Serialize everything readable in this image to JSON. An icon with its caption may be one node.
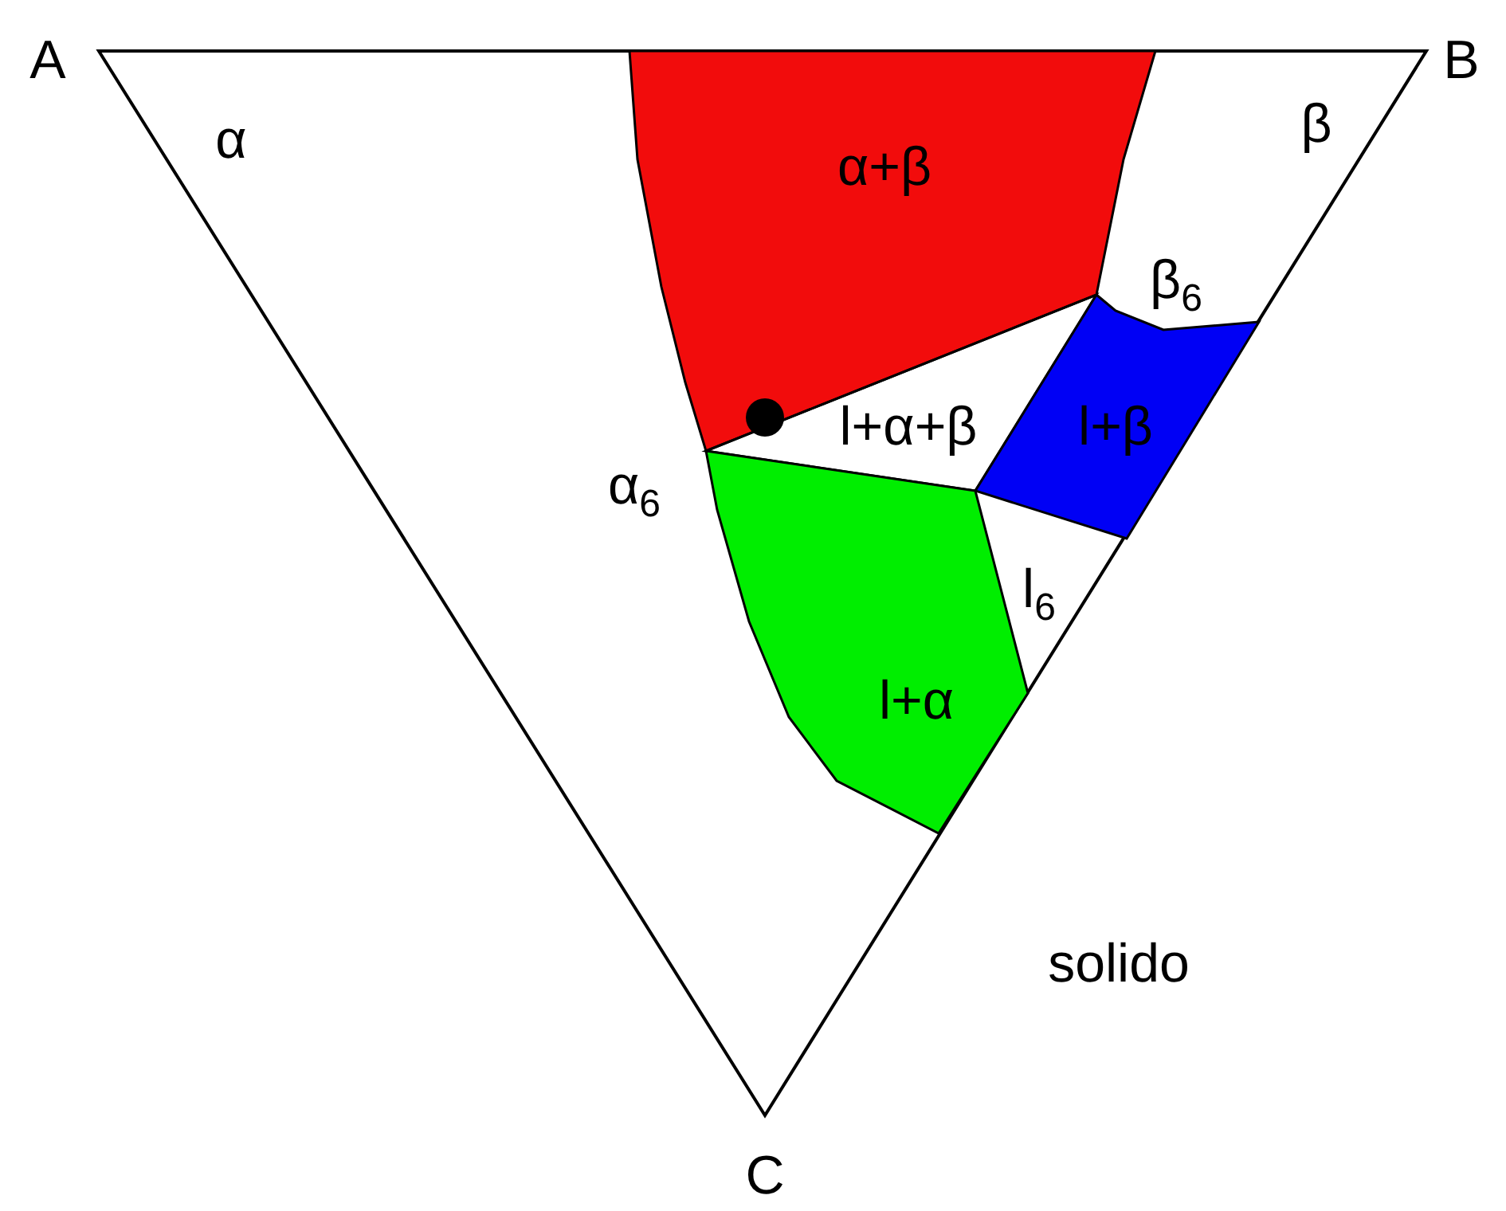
{
  "diagram": {
    "nodes": [
      {
        "text": [
          "α+β"
        ]
      },
      {
        "text": [
          "l+α+β"
        ]
      },
      {
        "text": [
          "l+β"
        ]
      },
      {
        "text": [
          "l+α"
        ]
      }
    ],
    "labels": [
      "A",
      "B",
      "α",
      "β",
      "β$_{6}$",
      "α$_{6}$",
      "l$_{6}$",
      "solido",
      "C"
    ]
  }
}
